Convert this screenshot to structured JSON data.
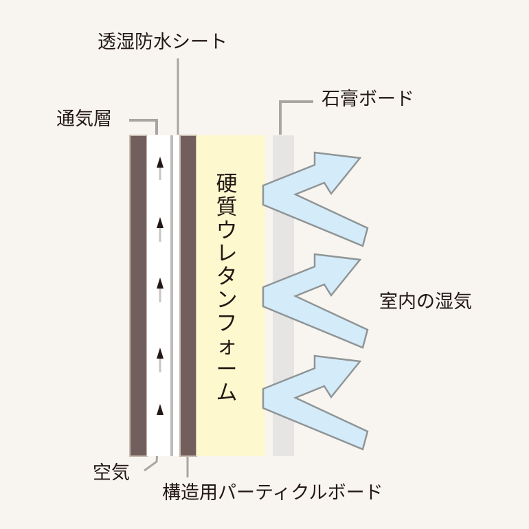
{
  "labels": {
    "membrane": "透湿防水シート",
    "vent_layer": "通気層",
    "gypsum": "石膏ボード",
    "foam": "硬質ウレタンフォーム",
    "indoor_moisture": "室内の湿気",
    "air": "空気",
    "structural_board": "構造用パーティクルボード"
  },
  "colors": {
    "background": "#f8f5f0",
    "board": "#725f5d",
    "foam": "#fdf8cd",
    "gypsum": "#e6e5e4",
    "moisture_arrow": "#d4ebf9",
    "leader": "#9b9795"
  }
}
